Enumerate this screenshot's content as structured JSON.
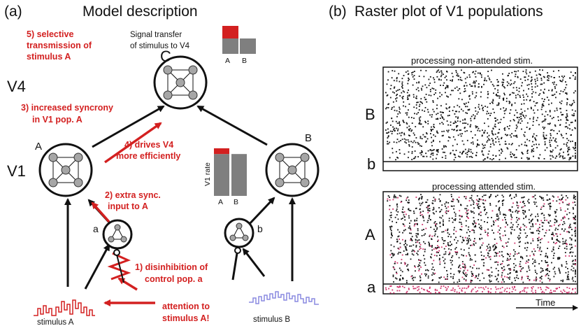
{
  "panel_a": {
    "label": "(a)",
    "title": "Model description",
    "level_v4": "V4",
    "level_v1": "V1",
    "node_c": "C",
    "node_A": "A",
    "node_B": "B",
    "node_a": "a",
    "node_b": "b",
    "signal_transfer_line1": "Signal transfer",
    "signal_transfer_line2": "of stimulus to V4",
    "stimulus_a": "stimulus A",
    "stimulus_b": "stimulus B",
    "v1_rate": "V1 rate",
    "annotations": {
      "a5_line1": "5) selective",
      "a5_line2": "transmission of",
      "a5_line3": "stimulus A",
      "a3_line1": "3) increased syncrony",
      "a3_line2": "in V1 pop. A",
      "a4_line1": "4) drives V4",
      "a4_line2": "more efficiently",
      "a2_line1": "2) extra sync.",
      "a2_line2": "input to A",
      "a1_line1": "1) disinhibition of",
      "a1_line2": "control pop.  a",
      "att_line1": "attention to",
      "att_line2": "stimulus A!"
    },
    "signal_chart": {
      "categories": [
        "A",
        "B"
      ],
      "base_values": [
        0.55,
        0.55
      ],
      "extra_values": [
        0.45,
        0.0
      ]
    },
    "rate_chart": {
      "categories": [
        "A",
        "B"
      ],
      "base_values": [
        0.88,
        0.88
      ],
      "extra_values": [
        0.12,
        0.0
      ]
    },
    "colors": {
      "red": "#d32020",
      "gray": "#7f7f7f",
      "node_fill": "#a6a6a6",
      "stim_b": "#8a8ae0"
    }
  },
  "panel_b": {
    "label": "(b)",
    "title": "Raster plot of V1 populations",
    "top_title": "processing non-attended stim.",
    "bottom_title": "processing attended stim.",
    "top_label_B": "B",
    "top_label_b": "b",
    "bottom_label_A": "A",
    "bottom_label_a": "a",
    "time_label": "Time",
    "colors": {
      "spike": "#111111",
      "control_spike": "#d0306a"
    }
  }
}
